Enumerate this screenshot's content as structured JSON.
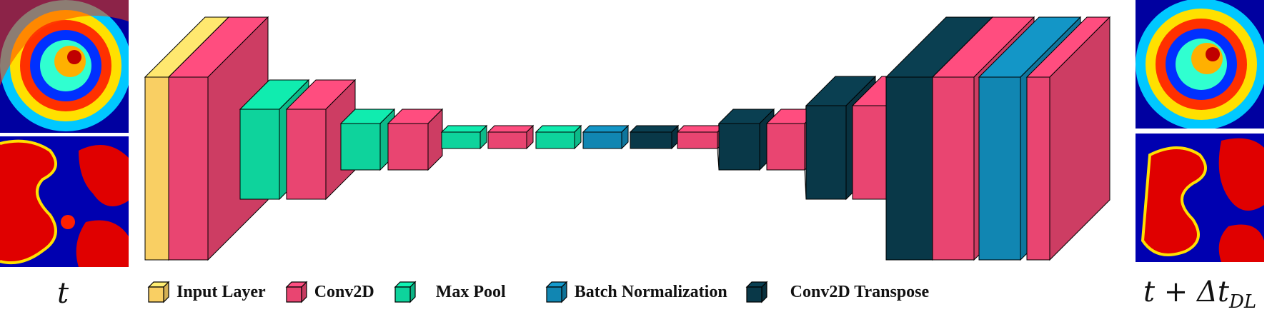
{
  "colors": {
    "input": "#f9cf63",
    "conv2d": "#e94571",
    "maxpool": "#0ed39c",
    "batchnorm": "#1186b2",
    "conv2dtranspose": "#093848"
  },
  "layers": [
    {
      "type": "input"
    },
    {
      "type": "conv2d"
    },
    {
      "type": "maxpool"
    },
    {
      "type": "conv2d"
    },
    {
      "type": "maxpool"
    },
    {
      "type": "conv2d"
    },
    {
      "type": "maxpool"
    },
    {
      "type": "conv2d"
    },
    {
      "type": "maxpool"
    },
    {
      "type": "batchnorm"
    },
    {
      "type": "conv2dtranspose"
    },
    {
      "type": "conv2d"
    },
    {
      "type": "conv2dtranspose"
    },
    {
      "type": "conv2d"
    },
    {
      "type": "conv2dtranspose"
    },
    {
      "type": "conv2d"
    },
    {
      "type": "conv2dtranspose"
    },
    {
      "type": "conv2d"
    },
    {
      "type": "batchnorm"
    },
    {
      "type": "conv2d"
    }
  ],
  "legend": [
    {
      "type": "input",
      "label": "Input Layer"
    },
    {
      "type": "conv2d",
      "label": "Conv2D"
    },
    {
      "type": "maxpool",
      "label": "Max Pool"
    },
    {
      "type": "batchnorm",
      "label": "Batch Normalization"
    },
    {
      "type": "conv2dtranspose",
      "label": "Conv2D Transpose"
    }
  ],
  "input_label": "t",
  "output_label": "t + Δt",
  "output_label_sub": "DL"
}
